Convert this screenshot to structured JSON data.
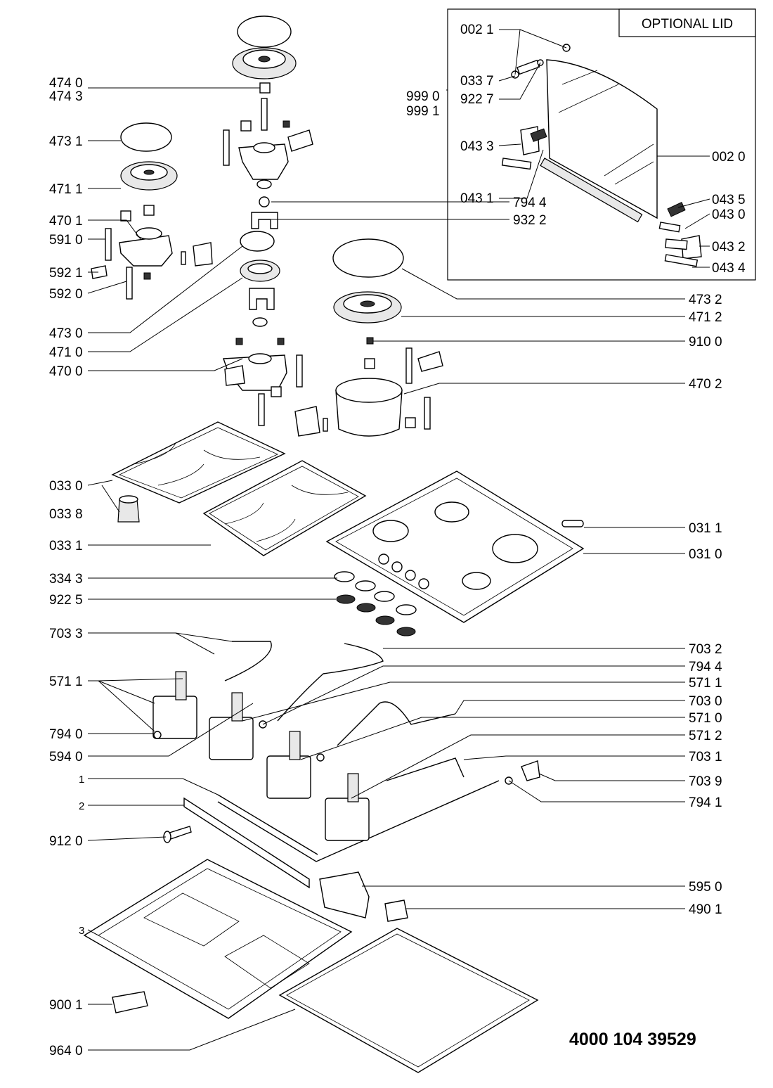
{
  "optional_box": {
    "title": "OPTIONAL LID"
  },
  "document_code": "4000 104 39529",
  "labels": [
    {
      "id": "l0021",
      "text": "002 1"
    },
    {
      "id": "l0337",
      "text": "033 7"
    },
    {
      "id": "l9227",
      "text": "922 7"
    },
    {
      "id": "l9990",
      "text": "999 0"
    },
    {
      "id": "l9991",
      "text": "999 1"
    },
    {
      "id": "l0433",
      "text": "043 3"
    },
    {
      "id": "l0431",
      "text": "043 1"
    },
    {
      "id": "l0020",
      "text": "002 0"
    },
    {
      "id": "l0435",
      "text": "043 5"
    },
    {
      "id": "l0430",
      "text": "043 0"
    },
    {
      "id": "l0432",
      "text": "043 2"
    },
    {
      "id": "l0434",
      "text": "043 4"
    },
    {
      "id": "l4740",
      "text": "474 0"
    },
    {
      "id": "l4743",
      "text": "474 3"
    },
    {
      "id": "l4731",
      "text": "473 1"
    },
    {
      "id": "l4711",
      "text": "471 1"
    },
    {
      "id": "l4701",
      "text": "470 1"
    },
    {
      "id": "l5910",
      "text": "591 0"
    },
    {
      "id": "l5921",
      "text": "592 1"
    },
    {
      "id": "l5920",
      "text": "592 0"
    },
    {
      "id": "l7944a",
      "text": "794 4"
    },
    {
      "id": "l9322",
      "text": "932 2"
    },
    {
      "id": "l4730",
      "text": "473 0"
    },
    {
      "id": "l4710",
      "text": "471 0"
    },
    {
      "id": "l4700",
      "text": "470 0"
    },
    {
      "id": "l4732",
      "text": "473 2"
    },
    {
      "id": "l4712",
      "text": "471 2"
    },
    {
      "id": "l9100",
      "text": "910 0"
    },
    {
      "id": "l4702",
      "text": "470 2"
    },
    {
      "id": "l0330",
      "text": "033 0"
    },
    {
      "id": "l0338",
      "text": "033 8"
    },
    {
      "id": "l0331",
      "text": "033 1"
    },
    {
      "id": "l0311",
      "text": "031 1"
    },
    {
      "id": "l0310",
      "text": "031 0"
    },
    {
      "id": "l3343",
      "text": "334 3"
    },
    {
      "id": "l9225",
      "text": "922 5"
    },
    {
      "id": "l7033",
      "text": "703 3"
    },
    {
      "id": "l5711a",
      "text": "571 1"
    },
    {
      "id": "l7940",
      "text": "794 0"
    },
    {
      "id": "l5940",
      "text": "594 0"
    },
    {
      "id": "l7032",
      "text": "703 2"
    },
    {
      "id": "l7944b",
      "text": "794 4"
    },
    {
      "id": "l5711b",
      "text": "571 1"
    },
    {
      "id": "l7030",
      "text": "703 0"
    },
    {
      "id": "l5710",
      "text": "571 0"
    },
    {
      "id": "l5712",
      "text": "571 2"
    },
    {
      "id": "l7031",
      "text": "703 1"
    },
    {
      "id": "l7039",
      "text": "703 9"
    },
    {
      "id": "l7941",
      "text": "794 1"
    },
    {
      "id": "l1",
      "text": "1"
    },
    {
      "id": "l2",
      "text": "2"
    },
    {
      "id": "l9120",
      "text": "912 0"
    },
    {
      "id": "l5950",
      "text": "595 0"
    },
    {
      "id": "l4901",
      "text": "490 1"
    },
    {
      "id": "l3",
      "text": "3"
    },
    {
      "id": "l9001",
      "text": "900 1"
    },
    {
      "id": "l9640",
      "text": "964 0"
    }
  ]
}
